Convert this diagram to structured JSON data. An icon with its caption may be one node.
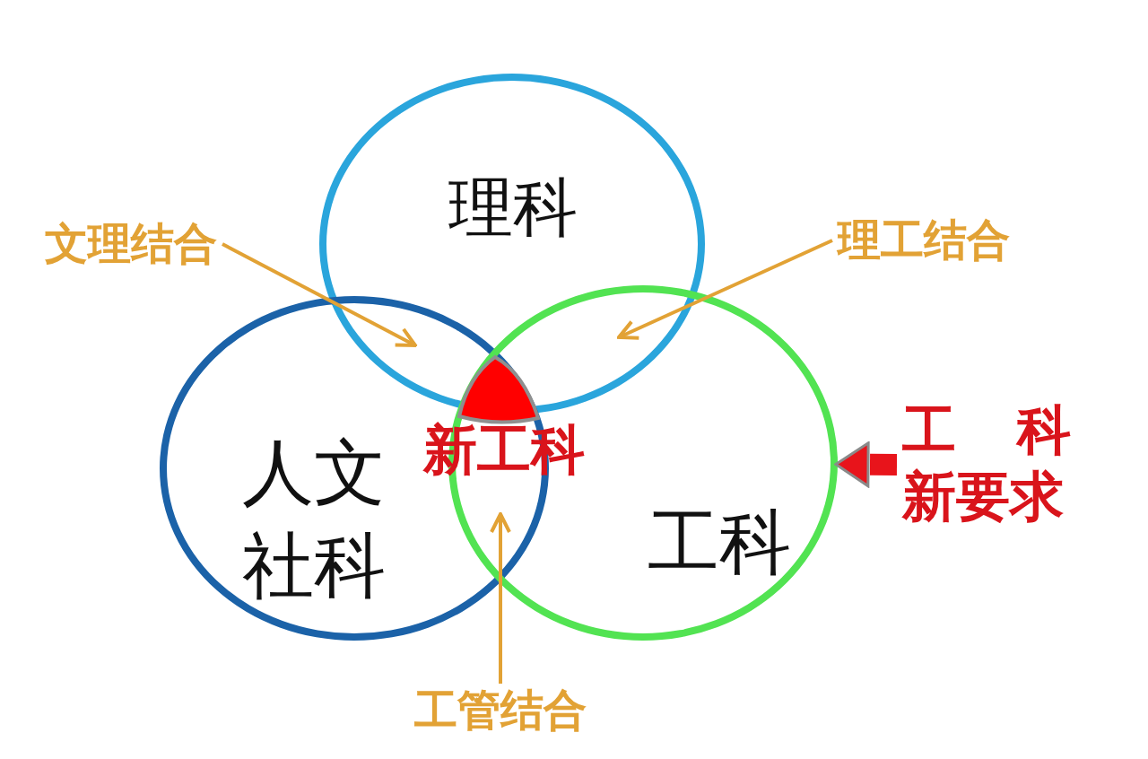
{
  "diagram": {
    "nodes": [
      {
        "text": [
          "理科"
        ]
      },
      {
        "text": [
          "人文社科"
        ]
      },
      {
        "text": [
          "工科"
        ]
      },
      {
        "text": [
          "新工科"
        ]
      },
      {
        "text": [
          "文理结合"
        ]
      },
      {
        "text": [
          "理工结合"
        ]
      },
      {
        "text": [
          "工管结合"
        ]
      },
      {
        "text": [
          "工 科",
          "新要求"
        ]
      }
    ],
    "edges": [
      {
        "from": 4,
        "to": 0,
        "arrow": "to"
      },
      {
        "from": 4,
        "to": 1,
        "arrow": "to"
      },
      {
        "from": 5,
        "to": 0,
        "arrow": "to"
      },
      {
        "from": 5,
        "to": 2,
        "arrow": "to"
      },
      {
        "from": 6,
        "to": 1,
        "arrow": "to"
      },
      {
        "from": 6,
        "to": 2,
        "arrow": "to"
      },
      {
        "from": 7,
        "to": 2,
        "arrow": "to",
        "style": "thick",
        "color": "#e8141b"
      }
    ]
  }
}
